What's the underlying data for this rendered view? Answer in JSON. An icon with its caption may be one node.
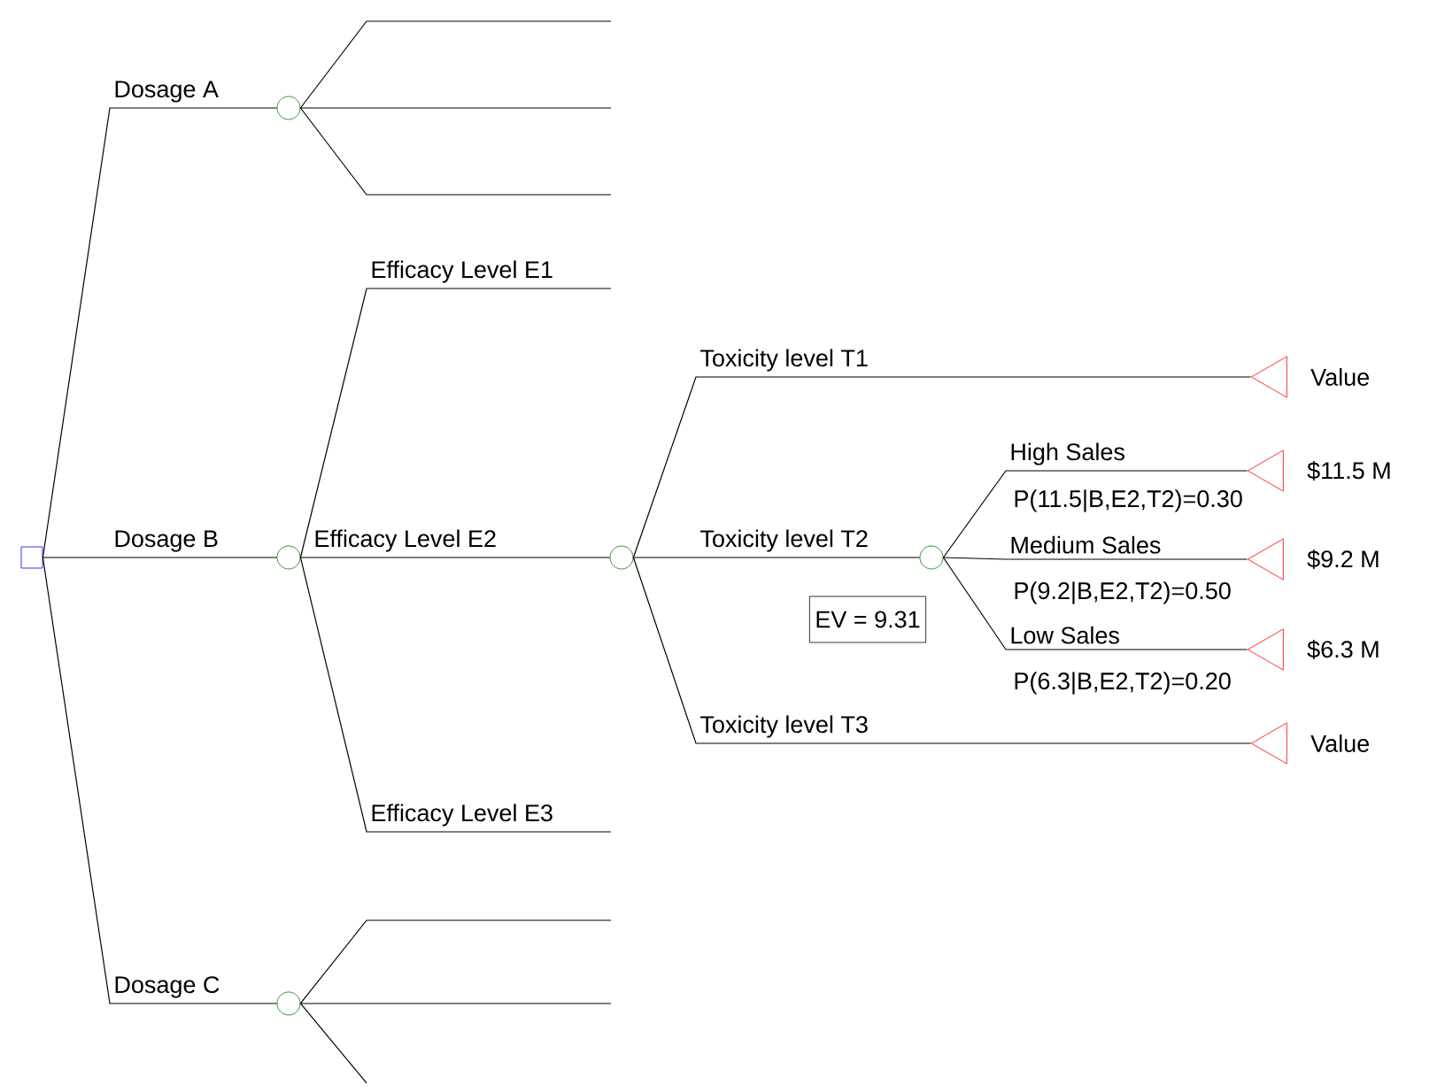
{
  "diagram": {
    "nodes": [
      {
        "text": [],
        "shape": "box"
      },
      {
        "text": [],
        "shape": "circle"
      },
      {
        "text": [],
        "shape": "circle"
      },
      {
        "text": [],
        "shape": "circle"
      },
      {
        "text": [],
        "shape": "circle"
      },
      {
        "text": [],
        "shape": "circle"
      },
      {
        "text": [],
        "shape": "triangle",
        "beside": [
          "Value"
        ]
      },
      {
        "text": [],
        "shape": "triangle",
        "beside": [
          "Value"
        ]
      },
      {
        "text": [],
        "shape": "triangle",
        "beside": [
          "$11.5 M"
        ]
      },
      {
        "text": [],
        "shape": "triangle",
        "beside": [
          "$9.2 M"
        ]
      },
      {
        "text": [],
        "shape": "triangle",
        "beside": [
          "$6.3 M"
        ]
      },
      {
        "text": [
          "EV = 9.31"
        ]
      }
    ],
    "edges": [
      {
        "from": 0,
        "to": 1,
        "arrow": "none",
        "label": "Dosage A"
      },
      {
        "from": 0,
        "to": 2,
        "arrow": "none",
        "label": "Dosage B"
      },
      {
        "from": 0,
        "to": 3,
        "arrow": "none",
        "label": "Dosage C"
      },
      {
        "from": 1,
        "to": null,
        "arrow": "none"
      },
      {
        "from": 1,
        "to": null,
        "arrow": "none"
      },
      {
        "from": 1,
        "to": null,
        "arrow": "none"
      },
      {
        "from": 2,
        "to": null,
        "arrow": "none",
        "label": "Efficacy Level E1"
      },
      {
        "from": 2,
        "to": 4,
        "arrow": "none",
        "label": "Efficacy Level E2"
      },
      {
        "from": 2,
        "to": null,
        "arrow": "none",
        "label": "Efficacy Level E3"
      },
      {
        "from": 4,
        "to": 6,
        "arrow": "none",
        "label": "Toxicity level T1"
      },
      {
        "from": 4,
        "to": 5,
        "arrow": "none",
        "label": "Toxicity level T2"
      },
      {
        "from": 4,
        "to": 7,
        "arrow": "none",
        "label": "Toxicity level T3"
      },
      {
        "from": 5,
        "to": 8,
        "arrow": "none",
        "label": "High Sales"
      },
      {
        "from": 5,
        "to": 9,
        "arrow": "none",
        "label": "Medium Sales"
      },
      {
        "from": 5,
        "to": 10,
        "arrow": "none",
        "label": "Low Sales"
      },
      {
        "from": 3,
        "to": null,
        "arrow": "none"
      },
      {
        "from": 3,
        "to": null,
        "arrow": "none"
      },
      {
        "from": 3,
        "to": null,
        "arrow": "none"
      }
    ],
    "labels": [
      "P(11.5|B,E2,T2)=0.30",
      "P(9.2|B,E2,T2)=0.50",
      "P(6.3|B,E2,T2)=0.20"
    ]
  }
}
